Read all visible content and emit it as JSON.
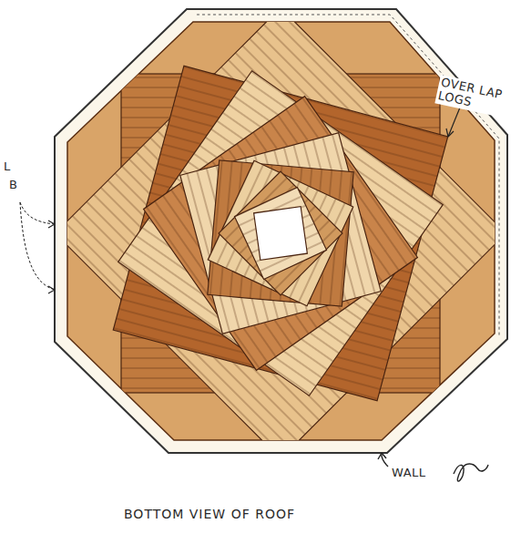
{
  "diagram": {
    "caption": "BOTTOM VIEW OF ROOF",
    "labels": [
      "OVER LAP LOGS",
      "WALL",
      "L",
      "B"
    ]
  }
}
